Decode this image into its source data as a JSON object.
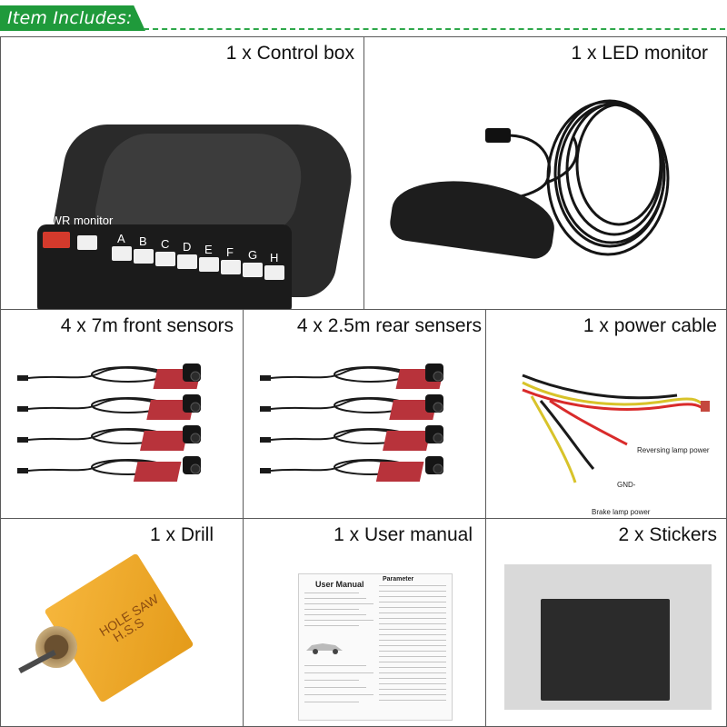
{
  "header": {
    "title": "Item Includes:"
  },
  "colors": {
    "accent": "#1f9a3b",
    "sensor_red": "#b8333b",
    "cable_black": "#1a1a1a"
  },
  "items": {
    "control_box": {
      "title": "1 x Control box",
      "pwr_label": "PWR monitor",
      "ports": [
        "A",
        "B",
        "C",
        "D",
        "E",
        "F",
        "G",
        "H"
      ]
    },
    "led_monitor": {
      "title": "1 x LED monitor"
    },
    "front_sensors": {
      "title": "4 x 7m front sensors"
    },
    "rear_sensors": {
      "title": "4 x 2.5m rear sensers"
    },
    "power_cable": {
      "title": "1 x power cable",
      "reversing": "Reversing lamp power",
      "gnd": "GND-",
      "brake": "Brake lamp power"
    },
    "drill": {
      "title": "1 x Drill",
      "box_text_1": "HOLE SAW",
      "box_text_2": "H.S.S"
    },
    "manual": {
      "title": "1 x User manual",
      "doc_title": "User Manual",
      "doc_param": "Parameter"
    },
    "stickers": {
      "title": "2 x Stickers"
    }
  }
}
